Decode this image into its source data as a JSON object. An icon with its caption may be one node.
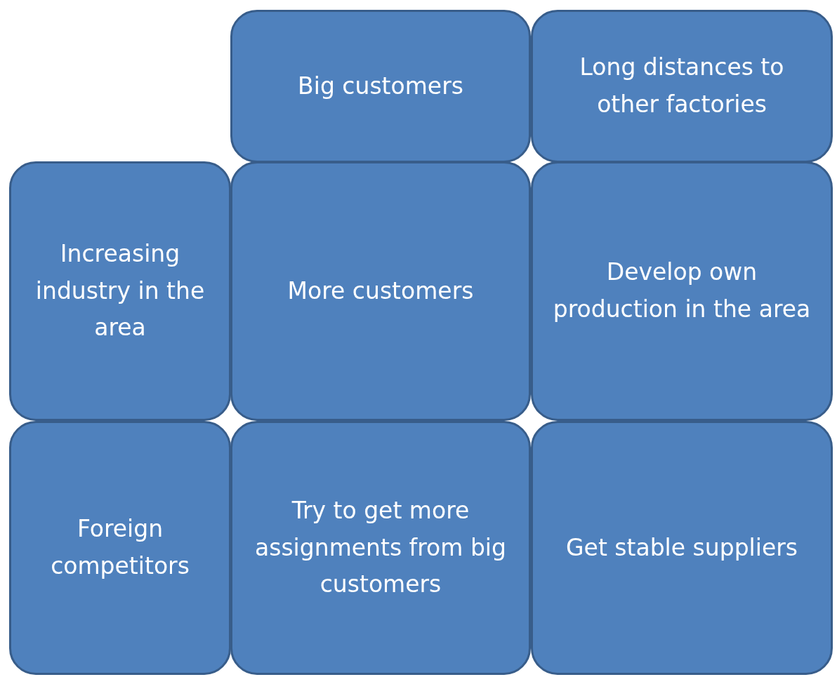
{
  "diagram": {
    "nodes": [
      {
        "text": [
          "Big customers"
        ]
      },
      {
        "text": [
          "Long distances to other factories"
        ]
      },
      {
        "text": [
          "Increasing industry in the area"
        ]
      },
      {
        "text": [
          "More customers"
        ]
      },
      {
        "text": [
          "Develop own production in the area"
        ]
      },
      {
        "text": [
          "Foreign competitors"
        ]
      },
      {
        "text": [
          "Try to get more assignments from big customers"
        ]
      },
      {
        "text": [
          "Get stable suppliers"
        ]
      }
    ]
  }
}
